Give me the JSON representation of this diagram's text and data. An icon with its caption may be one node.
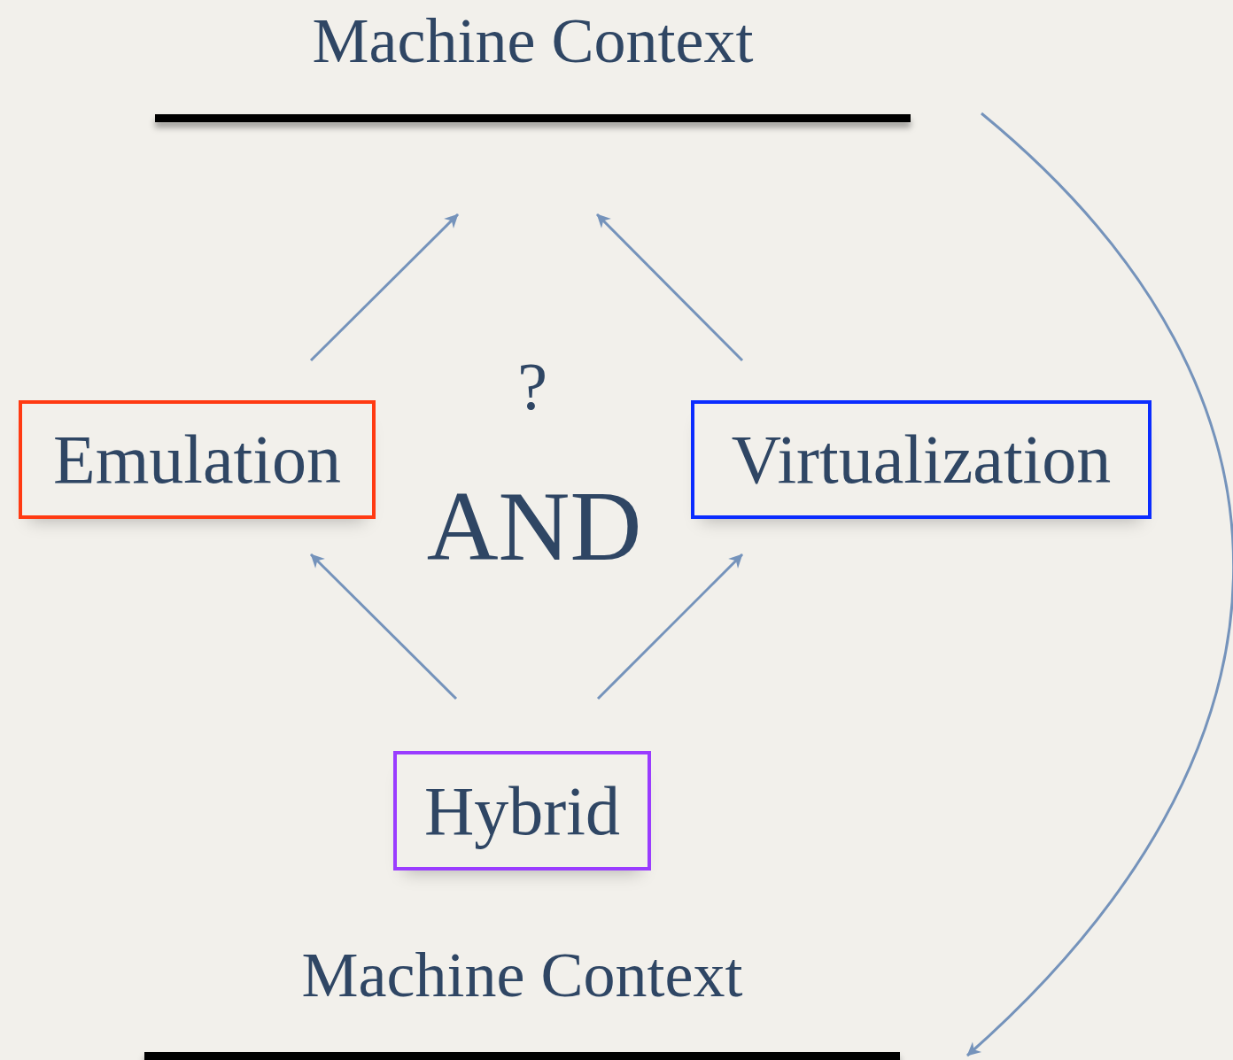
{
  "diagram": {
    "nodes": [
      {
        "text": [
          "Machine Context"
        ]
      },
      {
        "text": [
          "Emulation"
        ]
      },
      {
        "text": [
          "Virtualization"
        ]
      },
      {
        "text": [
          "Hybrid"
        ]
      },
      {
        "text": [
          "Machine Context"
        ]
      }
    ],
    "edges": [
      {
        "from": 1,
        "to": null,
        "arrow": "to"
      },
      {
        "from": 2,
        "to": null,
        "arrow": "to"
      },
      {
        "from": 3,
        "to": 1,
        "arrow": "to"
      },
      {
        "from": 3,
        "to": 2,
        "arrow": "to"
      },
      {
        "from": 0,
        "to": 4,
        "arrow": "to"
      }
    ],
    "labels": [
      "?",
      "AND"
    ]
  }
}
